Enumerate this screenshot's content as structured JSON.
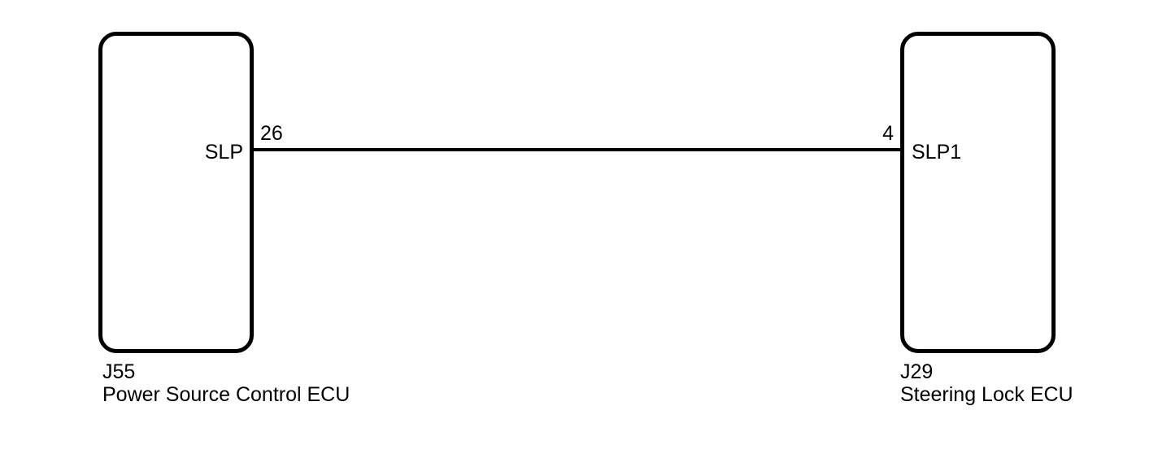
{
  "diagram": {
    "connectors": [
      {
        "code": "J55",
        "name": "Power Source Control ECU",
        "pin_number": "26",
        "pin_name": "SLP"
      },
      {
        "code": "J29",
        "name": "Steering Lock ECU",
        "pin_number": "4",
        "pin_name": "SLP1"
      }
    ],
    "colors": {
      "line": "#000000",
      "background": "#ffffff"
    }
  }
}
